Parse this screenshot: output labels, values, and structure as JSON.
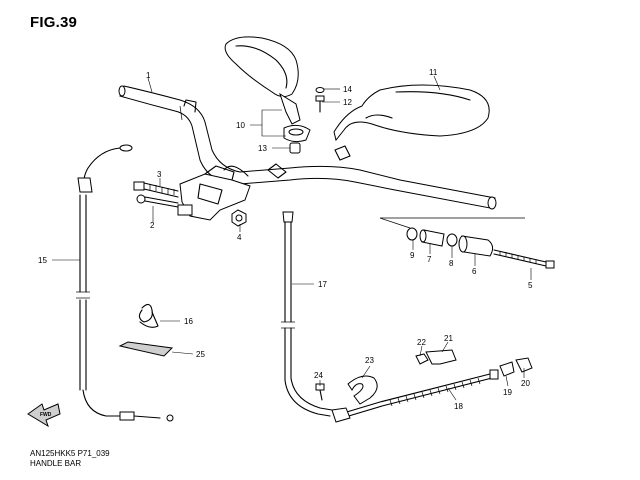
{
  "figure": {
    "title": "FIG.39",
    "code": "AN125HKK5 P71_039",
    "name": "HANDLE BAR",
    "front_arrow_label": "FWD"
  },
  "callouts": [
    {
      "id": "c1",
      "label": "1"
    },
    {
      "id": "c2",
      "label": "2"
    },
    {
      "id": "c3",
      "label": "3"
    },
    {
      "id": "c4",
      "label": "4"
    },
    {
      "id": "c5",
      "label": "5"
    },
    {
      "id": "c6",
      "label": "6"
    },
    {
      "id": "c7",
      "label": "7"
    },
    {
      "id": "c8",
      "label": "8"
    },
    {
      "id": "c9",
      "label": "9"
    },
    {
      "id": "c10",
      "label": "10"
    },
    {
      "id": "c11",
      "label": "11"
    },
    {
      "id": "c12",
      "label": "12"
    },
    {
      "id": "c13",
      "label": "13"
    },
    {
      "id": "c14",
      "label": "14"
    },
    {
      "id": "c15",
      "label": "15"
    },
    {
      "id": "c16",
      "label": "16"
    },
    {
      "id": "c17",
      "label": "17"
    },
    {
      "id": "c18",
      "label": "18"
    },
    {
      "id": "c19",
      "label": "19"
    },
    {
      "id": "c20",
      "label": "20"
    },
    {
      "id": "c21",
      "label": "21"
    },
    {
      "id": "c22",
      "label": "22"
    },
    {
      "id": "c23",
      "label": "23"
    },
    {
      "id": "c24",
      "label": "24"
    },
    {
      "id": "c25",
      "label": "25"
    }
  ]
}
